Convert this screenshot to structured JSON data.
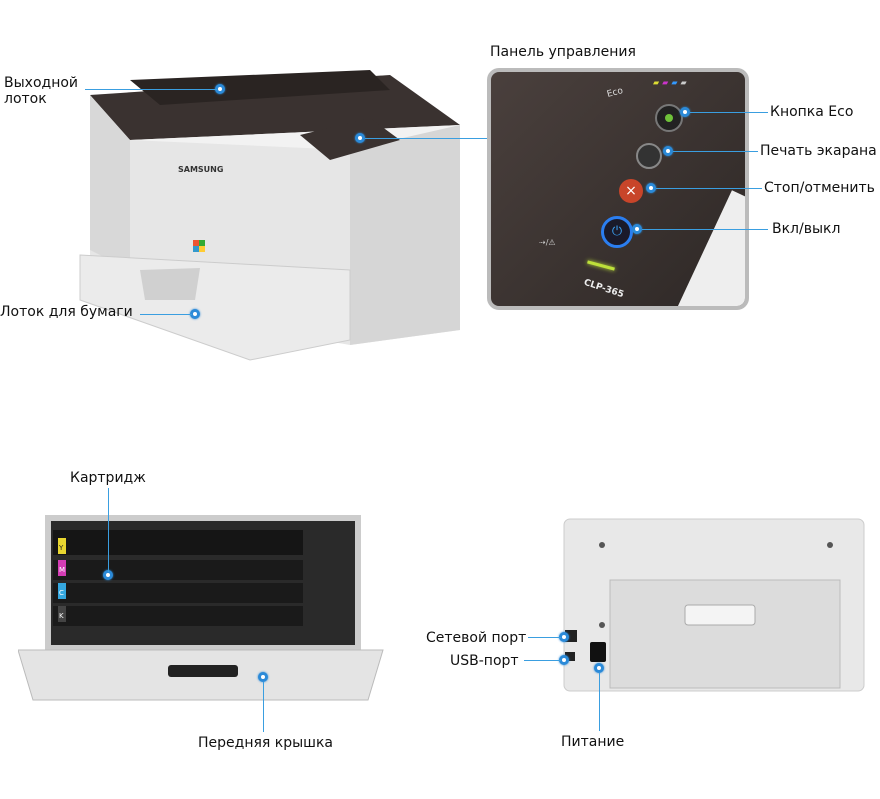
{
  "labels": {
    "output_tray": "Выходной лоток",
    "paper_tray": "Лоток для бумаги",
    "control_panel": "Панель управления",
    "eco_button": "Кнопка Eco",
    "print_screen": "Печать экарана",
    "stop_cancel": "Стоп/отменить",
    "power": "Вкл/выкл",
    "cartridge": "Картридж",
    "front_cover": "Передняя крышка",
    "network_port": "Сетевой порт",
    "usb_port": "USB-порт",
    "power_supply": "Питание"
  },
  "printer": {
    "brand": "SAMSUNG",
    "eco_text": "Eco",
    "model": "CLP-365",
    "cartridge_letters": [
      "Y",
      "M",
      "C",
      "K"
    ]
  },
  "colors": {
    "accent": "#2b8ad8",
    "panel": "#3a3230",
    "stop": "#c8452a",
    "eco_led": "#6fc23a"
  }
}
